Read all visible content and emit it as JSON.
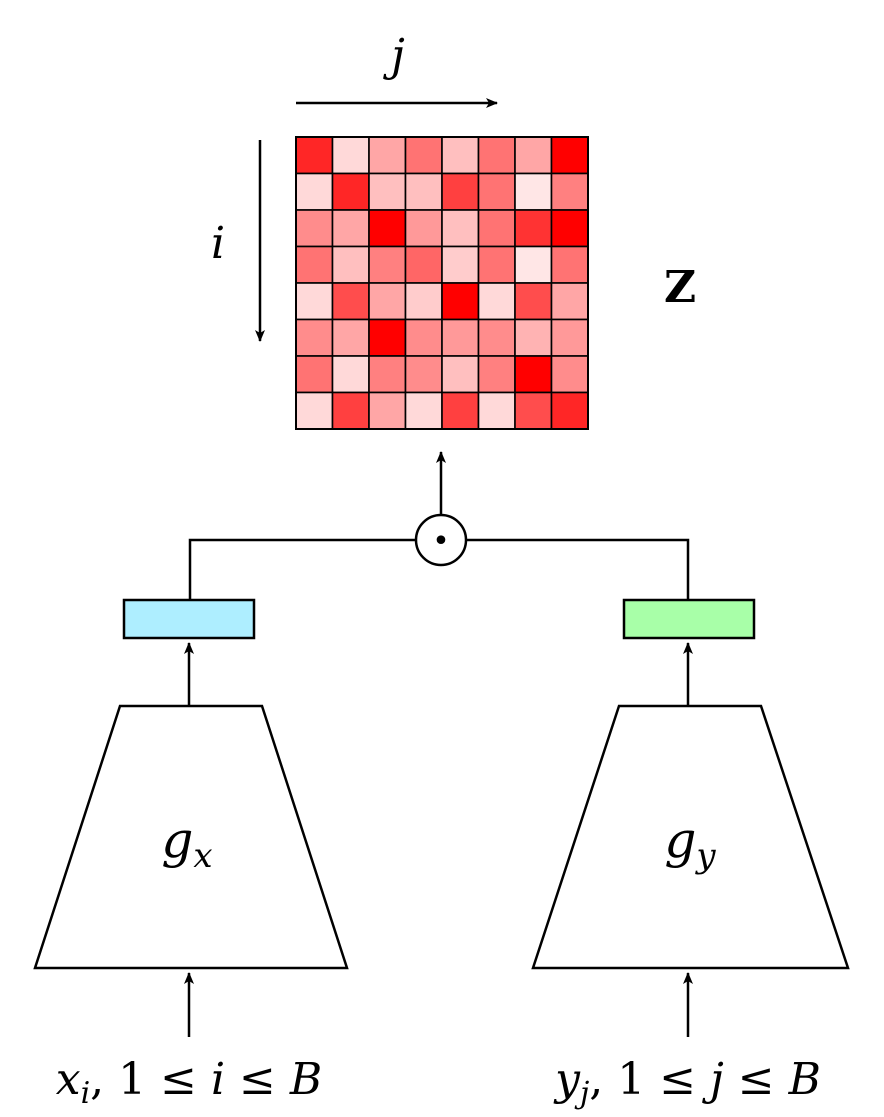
{
  "labels": {
    "col_index": "j",
    "row_index": "i",
    "matrix_label": "Z",
    "encoder_x": {
      "main": "g",
      "sub": "x"
    },
    "encoder_y": {
      "main": "g",
      "sub": "y"
    },
    "op_symbol": "•",
    "input_x": {
      "var": "x",
      "sub": "i",
      "rest": ", 1 ≤ ",
      "idx": "i",
      "mid": " ≤ ",
      "bound": "B"
    },
    "input_y": {
      "var": "y",
      "sub": "j",
      "rest": ", 1 ≤ ",
      "idx": "j",
      "mid": " ≤ ",
      "bound": "B"
    }
  },
  "colors": {
    "embed_x": "#aeeeff",
    "embed_y": "#a8ffa8",
    "heat_max": "#ff0000",
    "stroke": "#000000"
  },
  "matrix": [
    [
      0.85,
      0.15,
      0.35,
      0.55,
      0.25,
      0.55,
      0.35,
      1.0
    ],
    [
      0.15,
      0.85,
      0.25,
      0.25,
      0.75,
      0.55,
      0.1,
      0.5
    ],
    [
      0.45,
      0.35,
      1.0,
      0.4,
      0.25,
      0.55,
      0.8,
      1.0
    ],
    [
      0.55,
      0.25,
      0.5,
      0.6,
      0.2,
      0.55,
      0.1,
      0.55
    ],
    [
      0.15,
      0.7,
      0.35,
      0.2,
      1.0,
      0.15,
      0.7,
      0.35
    ],
    [
      0.45,
      0.35,
      1.0,
      0.45,
      0.4,
      0.45,
      0.3,
      0.4
    ],
    [
      0.55,
      0.15,
      0.5,
      0.45,
      0.25,
      0.5,
      1.0,
      0.45
    ],
    [
      0.15,
      0.75,
      0.35,
      0.15,
      0.75,
      0.15,
      0.7,
      0.85
    ]
  ]
}
